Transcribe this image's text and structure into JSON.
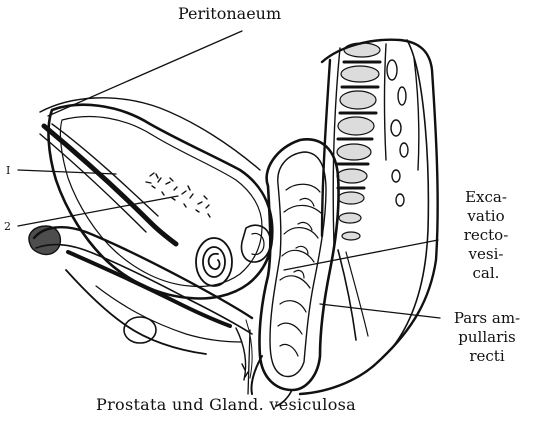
{
  "figure": {
    "labels": {
      "peritonaeum": "Peritonaeum",
      "one": "I",
      "two": "2",
      "excavatio": [
        "Exca-",
        "vatio",
        "recto-",
        "vesi-",
        "cal."
      ],
      "pars": [
        "Pars am-",
        "pullaris",
        "recti"
      ],
      "prostata": "Prostata und Gland. vesiculosa"
    },
    "ink_color": "#111111",
    "paper_color": "#ffffff"
  }
}
